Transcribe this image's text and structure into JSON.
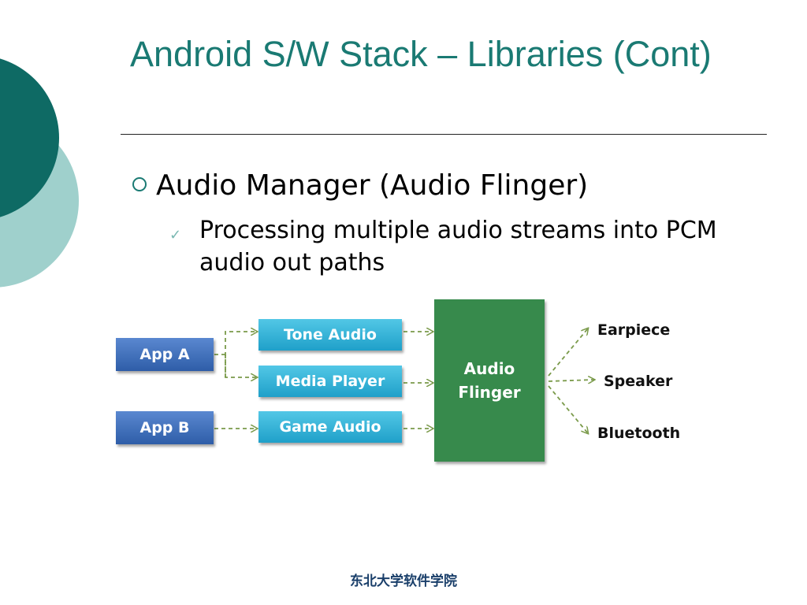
{
  "slide": {
    "title": "Android S/W Stack – Libraries (Cont)",
    "bullet_main": "Audio Manager (Audio Flinger)",
    "bullet_sub": "Processing multiple audio streams into PCM audio out paths",
    "footer": "东北大学软件学院"
  },
  "diagram": {
    "apps": [
      "App A",
      "App B"
    ],
    "modules": [
      "Tone Audio",
      "Media Player",
      "Game Audio"
    ],
    "mixer": "Audio Flinger",
    "outputs": [
      "Earpiece",
      "Speaker",
      "Bluetooth"
    ]
  },
  "colors": {
    "accent": "#1a7a73",
    "app_box": "#3a6cbc",
    "module_box": "#2bb0d6",
    "flinger_box": "#378a4c",
    "arrow": "#7a9a4a"
  }
}
